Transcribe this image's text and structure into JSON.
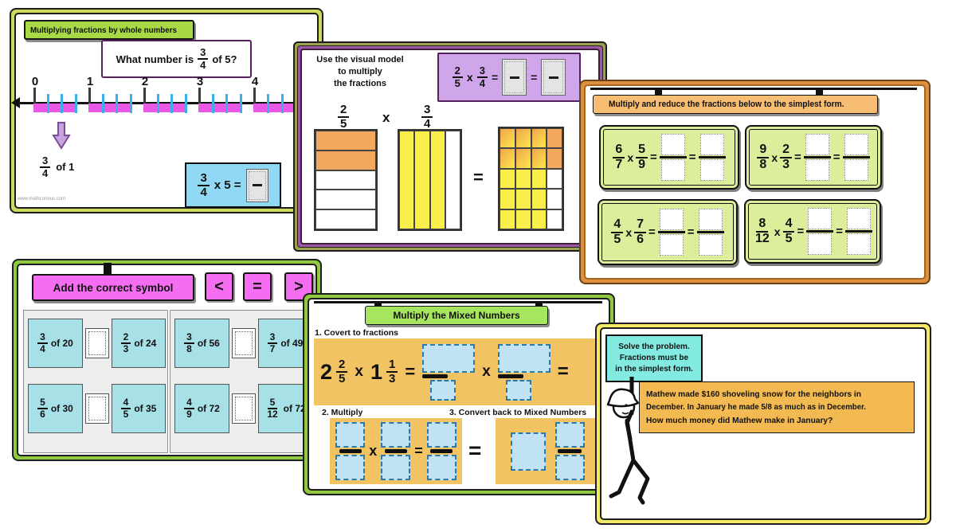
{
  "slide1": {
    "title": "Multiplying fractions by whole numbers",
    "question": {
      "prefix": "What number is",
      "num": "3",
      "den": "4",
      "suffix": "of 5?"
    },
    "numberline": {
      "labels": [
        "0",
        "1",
        "2",
        "3",
        "4"
      ]
    },
    "pointer": {
      "num": "3",
      "den": "4",
      "suffix": "of 1"
    },
    "equation": {
      "num": "3",
      "den": "4",
      "op": "x 5 ="
    },
    "watermark": "www.mathcurious.com"
  },
  "slide2": {
    "instruction": [
      "Use the visual model",
      "to multiply",
      "the fractions"
    ],
    "equation": {
      "f1n": "2",
      "f1d": "5",
      "times": "x",
      "f2n": "3",
      "f2d": "4",
      "eq": "="
    },
    "result_equals": "="
  },
  "slide3": {
    "title": "Multiply and reduce the fractions below to the simplest form.",
    "times": "x",
    "equals": "=",
    "problems": [
      {
        "f1n": "6",
        "f1d": "7",
        "f2n": "5",
        "f2d": "9"
      },
      {
        "f1n": "9",
        "f1d": "8",
        "f2n": "2",
        "f2d": "3"
      },
      {
        "f1n": "4",
        "f1d": "5",
        "f2n": "7",
        "f2d": "6"
      },
      {
        "f1n": "8",
        "f1d": "12",
        "f2n": "4",
        "f2d": "5"
      }
    ]
  },
  "slide4": {
    "title": "Add the correct symbol",
    "symbols": [
      "<",
      "=",
      ">"
    ],
    "comparisons": [
      {
        "ln": "3",
        "ld": "4",
        "lsuffix": "of 20",
        "rn": "2",
        "rd": "3",
        "rsuffix": "of 24"
      },
      {
        "ln": "5",
        "ld": "6",
        "lsuffix": "of 30",
        "rn": "4",
        "rd": "5",
        "rsuffix": "of 35"
      },
      {
        "ln": "3",
        "ld": "8",
        "lsuffix": "of 56",
        "rn": "3",
        "rd": "7",
        "rsuffix": "of 49"
      },
      {
        "ln": "4",
        "ld": "9",
        "lsuffix": "of 72",
        "rn": "5",
        "rd": "12",
        "rsuffix": "of 72"
      }
    ]
  },
  "slide5": {
    "title": "Multiply the Mixed Numbers",
    "step1": "1. Covert to fractions",
    "step2": "2. Multiply",
    "step3": "3. Convert back to Mixed Numbers",
    "equation": {
      "w1": "2",
      "f1n": "2",
      "f1d": "5",
      "times": "x",
      "w2": "1",
      "f2n": "1",
      "f2d": "3",
      "eq": "="
    },
    "times": "x",
    "equals": "="
  },
  "slide6": {
    "sign": [
      "Solve the problem.",
      "Fractions must be",
      "in the simplest form."
    ],
    "problem": [
      "Mathew made $160 shoveling snow for the neighbors in",
      "December. In January he made 5/8 as much as in December.",
      "How much money did Mathew make in January?"
    ]
  },
  "colors": {
    "slide1_band": "#cdda5e",
    "slide1_header": "#a8d843",
    "slide2_outer_band": "#9da14f",
    "slide2_inner_band": "#9e58a4",
    "slide2_eq_box": "#cfa6e9",
    "slide3_band": "#dd9040",
    "slide3_header": "#f7bd73",
    "slide3_card": "#dcee9b",
    "slide45_band": "#90c83f",
    "pink": "#f56df0",
    "cyan_card": "#a8e0e7",
    "slide5_header": "#a6e55e",
    "orange_panel": "#f1c363",
    "blue_answer_box": "#c0e2f4",
    "slide6_band": "#f3e964",
    "sign_cyan": "#83eae2",
    "problem_orange": "#f4ba52",
    "numberline_bar": "#ea59e5",
    "numberline_minor_tick": "#38b1e8",
    "slide1_eq_box": "#90d8f4"
  }
}
